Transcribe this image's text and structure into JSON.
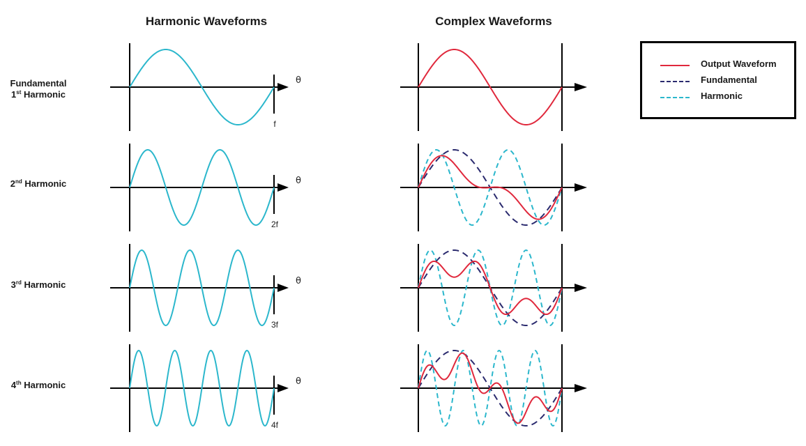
{
  "headings": {
    "left": "Harmonic Waveforms",
    "right": "Complex Waveforms"
  },
  "rows": [
    {
      "label_main": "Fundamental",
      "label_line2_num": "1",
      "label_line2_sup": "st",
      "label_line2_rest": " Harmonic",
      "harmonic": 1,
      "freq_label": "f"
    },
    {
      "label_line2_num": "2",
      "label_line2_sup": "nd",
      "label_line2_rest": " Harmonic",
      "harmonic": 2,
      "freq_label": "2f"
    },
    {
      "label_line2_num": "3",
      "label_line2_sup": "rd",
      "label_line2_rest": " Harmonic",
      "harmonic": 3,
      "freq_label": "3f"
    },
    {
      "label_line2_num": "4",
      "label_line2_sup": "th",
      "label_line2_rest": " Harmonic",
      "harmonic": 4,
      "freq_label": "4f"
    }
  ],
  "axis_symbol": "θ",
  "legend": {
    "items": [
      {
        "label": "Output Waveform",
        "style": "solid",
        "color": "#e0283c"
      },
      {
        "label": "Fundamental",
        "style": "dashed",
        "color": "#2a2a6e"
      },
      {
        "label": "Harmonic",
        "style": "dashed",
        "color": "#2bb7cc"
      }
    ]
  },
  "colors": {
    "harmonic": "#2bb7cc",
    "fundamental": "#2a2a6e",
    "output": "#e0283c",
    "axis": "#000000"
  }
}
